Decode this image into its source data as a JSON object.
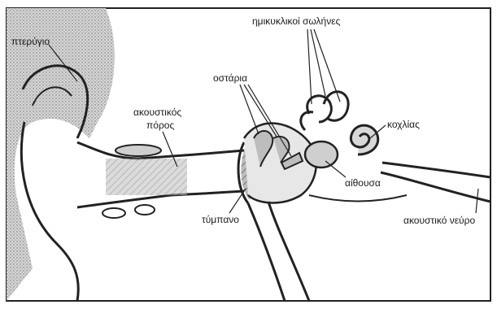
{
  "diagram": {
    "labels": {
      "pterygio": "πτερύγιο",
      "akoustikos": "ακουστικός",
      "poros": "πόρος",
      "ostaria": "οστάρια",
      "hmikyklikoi": "ημικυκλικοί σωλήνες",
      "kochlias": "κοχλίας",
      "aithousa": "αίθουσα",
      "tympano": "τύμπανο",
      "akoustiko_neuro": "ακουστικό νεύρο"
    }
  }
}
